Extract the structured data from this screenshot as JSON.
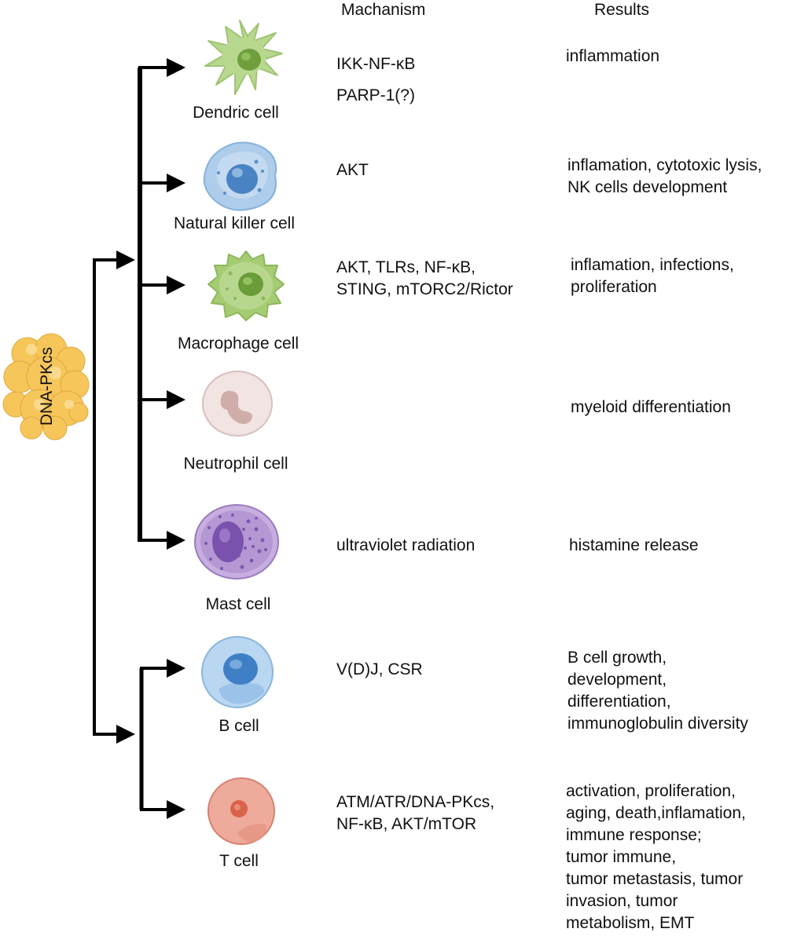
{
  "headers": {
    "mechanism": "Machanism",
    "results": "Results"
  },
  "source": {
    "label": "DNA-PKcs"
  },
  "cells": [
    {
      "label": "Dendric cell",
      "mechanism": [
        "IKK-NF-κB",
        "PARP-1(?)"
      ],
      "results": [
        "inflammation"
      ]
    },
    {
      "label": "Natural killer cell",
      "mechanism": [
        "AKT"
      ],
      "results": [
        "inflamation, cytotoxic lysis,",
        "NK cells development"
      ]
    },
    {
      "label": "Macrophage cell",
      "mechanism": [
        "AKT, TLRs, NF-κB,",
        "STING, mTORC2/Rictor"
      ],
      "results": [
        "inflamation, infections,",
        "proliferation"
      ]
    },
    {
      "label": "Neutrophil cell",
      "mechanism": [],
      "results": [
        "myeloid differentiation"
      ]
    },
    {
      "label": "Mast cell",
      "mechanism": [
        "ultraviolet radiation"
      ],
      "results": [
        "histamine release"
      ]
    },
    {
      "label": "B cell",
      "mechanism": [
        "V(D)J, CSR"
      ],
      "results": [
        "B cell growth,",
        "development,",
        "differentiation,",
        "immunoglobulin diversity"
      ]
    },
    {
      "label": "T cell",
      "mechanism": [
        "ATM/ATR/DNA-PKcs,",
        "NF-κB, AKT/mTOR"
      ],
      "results": [
        "activation, proliferation,",
        "aging, death,inflamation,",
        "immune response;",
        "tumor immune,",
        "tumor metastasis, tumor",
        "invasion, tumor",
        "metabolism, EMT"
      ]
    }
  ],
  "colors": {
    "arrow": "#000000",
    "dnapkcs": "#f6c65b",
    "dendritic": "#a9cf7d",
    "nk": "#aecdea",
    "macrophage": "#a6cc73",
    "neutrophil": "#ecdad8",
    "mast": "#a786c4",
    "bcell": "#b3d3ee",
    "tcell": "#eda393"
  }
}
